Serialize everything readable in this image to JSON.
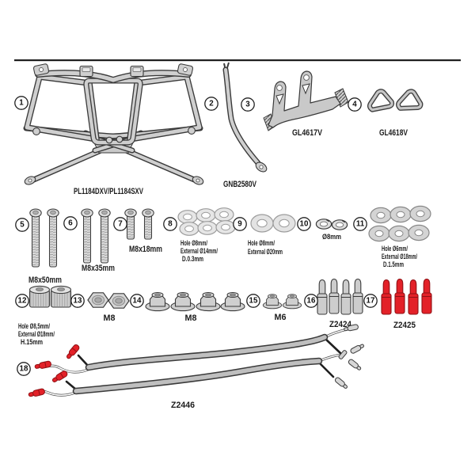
{
  "sheet": {
    "kind": "mounting-kit-parts-diagram",
    "colors": {
      "metal_gray": "#cfcfcf",
      "outline": "#3a3a3a",
      "terminal_red": "#e32128",
      "text": "#1b1b1b",
      "background": "#ffffff"
    },
    "parts": {
      "p1": {
        "num": "1",
        "label": "PL1184DXV/PL1184SXV"
      },
      "p2": {
        "num": "2",
        "label": "GNB2580V"
      },
      "p3": {
        "num": "3",
        "label": "GL4617V"
      },
      "p4": {
        "num": "4",
        "label": "GL4618V"
      },
      "p5": {
        "num": "5",
        "label": "M8x50mm"
      },
      "p6": {
        "num": "6",
        "label": "M8x35mm"
      },
      "p7": {
        "num": "7",
        "label": "M8x18mm"
      },
      "p8": {
        "num": "8",
        "lines": [
          "Hole Ø8mm/",
          "External Ø14mm/",
          "D.0.3mm"
        ]
      },
      "p9": {
        "num": "9",
        "lines": [
          "Hole Ø8mm/",
          "External Ø20mm"
        ]
      },
      "p10": {
        "num": "10",
        "label": "Ø8mm"
      },
      "p11": {
        "num": "11",
        "lines": [
          "Hole Ø6mm/",
          "External Ø18mm/",
          "D.1.5mm"
        ]
      },
      "p12": {
        "num": "12",
        "lines": [
          "Hole Ø8,5mm/",
          "External Ø18mm/",
          "H.15mm"
        ]
      },
      "p13": {
        "num": "13",
        "label": "M8"
      },
      "p14": {
        "num": "14",
        "label": "M8"
      },
      "p15": {
        "num": "15",
        "label": "M6"
      },
      "p16": {
        "num": "16",
        "label": "Z2424"
      },
      "p17": {
        "num": "17",
        "label": "Z2425"
      },
      "p18": {
        "num": "18",
        "label": "Z2446"
      }
    }
  }
}
